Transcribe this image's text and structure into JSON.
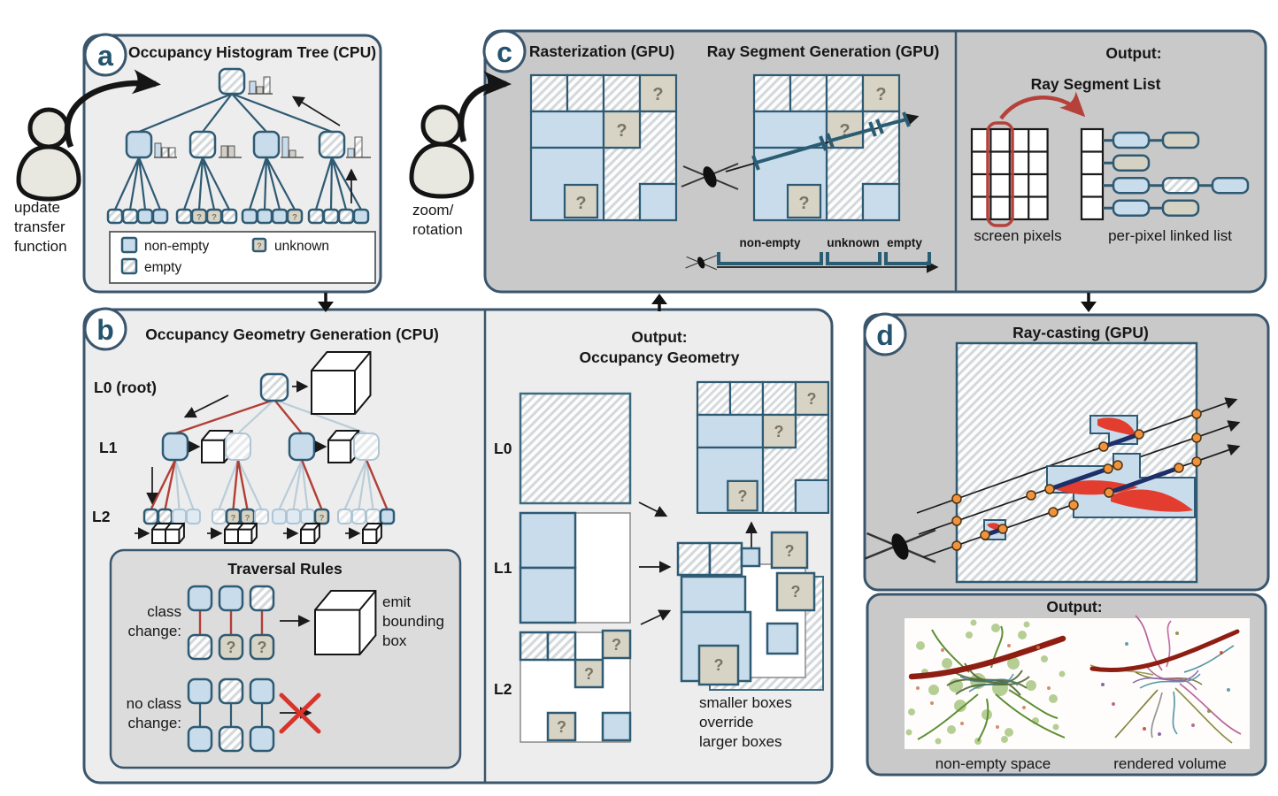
{
  "glyphs": {
    "q": "?"
  },
  "colors": {
    "non_empty_blue": "#c9dcec",
    "unknown_tan": "#d8d4c5",
    "border_teal": "#2e5a73",
    "panel_border": "#3a566d",
    "class_change_red": "#b23f36",
    "segment_navy": "#1d2e68",
    "sample_orange": "#f0933c",
    "arrow_red": "#b5413a"
  },
  "panel_a": {
    "badge": "a",
    "title": "Occupancy Histogram Tree (CPU)",
    "person_caption": [
      "update",
      "transfer",
      "function"
    ],
    "legend": {
      "non_empty": "non-empty",
      "empty": "empty",
      "unknown": "unknown"
    }
  },
  "panel_b": {
    "badge": "b",
    "title": "Occupancy Geometry Generation (CPU)",
    "levels": {
      "l0": "L0 (root)",
      "l1": "L1",
      "l2": "L2"
    },
    "traversal": {
      "title": "Traversal Rules",
      "class_change": [
        "class",
        "change:"
      ],
      "no_class_change": [
        "no class",
        "change:"
      ],
      "emit": [
        "emit",
        "bounding",
        "box"
      ]
    }
  },
  "output_geometry": {
    "title_line1": "Output:",
    "title_line2": "Occupancy Geometry",
    "levels": {
      "l0": "L0",
      "l1": "L1",
      "l2": "L2"
    },
    "note": [
      "smaller boxes",
      "override",
      "larger boxes"
    ]
  },
  "panel_c": {
    "badge": "c",
    "person_caption": [
      "zoom/",
      "rotation"
    ],
    "raster_title": "Rasterization (GPU)",
    "ray_title": "Ray Segment Generation (GPU)",
    "axis": {
      "non_empty": "non-empty",
      "unknown": "unknown",
      "empty": "empty"
    },
    "output": {
      "title": "Output:",
      "subtitle": "Ray Segment List",
      "screen_pixels": "screen pixels",
      "linked_list": "per-pixel linked list"
    }
  },
  "panel_d": {
    "badge": "d",
    "title": "Ray-casting (GPU)",
    "output_title": "Output:",
    "caption_left": "non-empty space",
    "caption_right": "rendered volume"
  }
}
